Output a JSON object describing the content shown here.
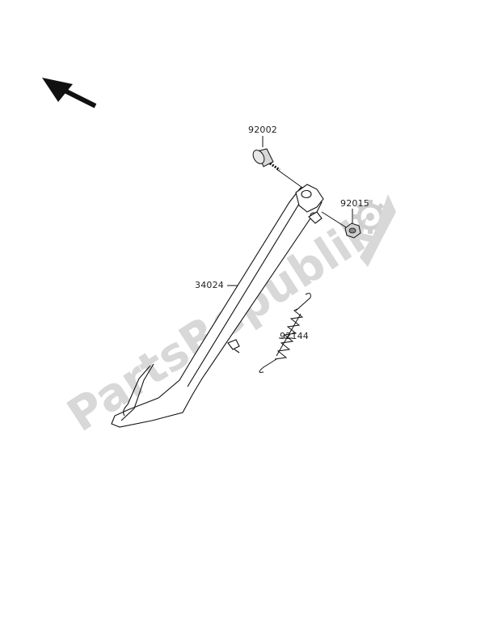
{
  "watermark": {
    "text": "PartsRepublik",
    "color": "#d6d6d6",
    "icon": "gear-icon"
  },
  "direction_indicator": {
    "icon": "arrow-up-left-icon",
    "color": "#111111"
  },
  "parts": [
    {
      "number": "92002"
    },
    {
      "number": "92015"
    },
    {
      "number": "34024"
    },
    {
      "number": "92144"
    }
  ],
  "colors": {
    "line": "#111111",
    "fill": "#ffffff",
    "bolt_shade": "#d8d8d8",
    "nut_shade": "#cfcfcf"
  }
}
